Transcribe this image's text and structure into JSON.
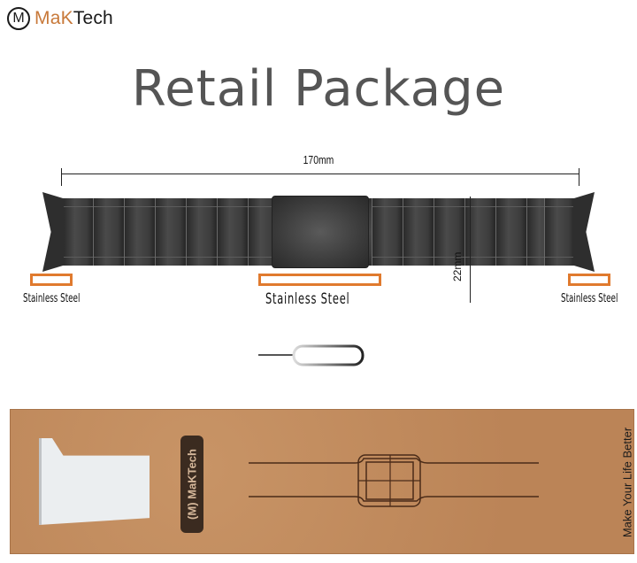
{
  "brand": {
    "logo_letter": "M",
    "name_part1": "MaK",
    "name_part2": "Tech",
    "accent_color": "#c8793a"
  },
  "title": "Retail Package",
  "dimensions": {
    "length_label": "170mm",
    "width_label": "22mm"
  },
  "materials": [
    {
      "label": "Stainless Steel",
      "part": "left-lug"
    },
    {
      "label": "Stainless Steel",
      "part": "clasp"
    },
    {
      "label": "Stainless Steel",
      "part": "right-lug"
    }
  ],
  "swatch_color": "#e07a2e",
  "accessory": "sim-pin-tool",
  "package": {
    "badge_text": "MaKTech",
    "badge_logo": "M",
    "slogan": "Make Your Life Better",
    "box_color": "#c08a5e"
  }
}
